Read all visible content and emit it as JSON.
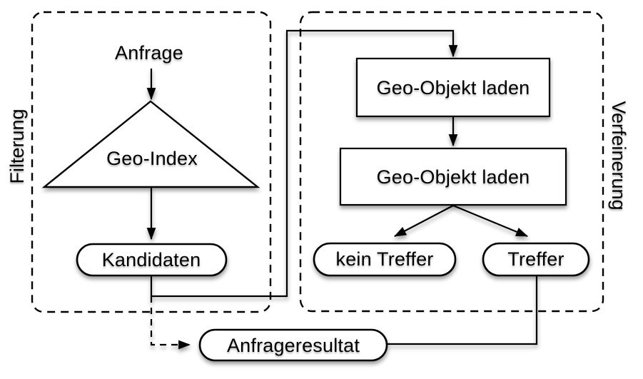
{
  "colors": {
    "stroke": "#000000",
    "shape_fill": "#ffffff",
    "background": "#ffffff"
  },
  "regions": {
    "filtering": {
      "label": "Filterung"
    },
    "refinement": {
      "label": "Verfeinerung"
    }
  },
  "nodes": {
    "anfrage": {
      "label": "Anfrage"
    },
    "geo_index": {
      "label": "Geo-Index"
    },
    "kandidaten": {
      "label": "Kandidaten"
    },
    "load_1": {
      "label": "Geo-Objekt laden"
    },
    "load_2": {
      "label": "Geo-Objekt laden"
    },
    "kein_treffer": {
      "label": "kein Treffer"
    },
    "treffer": {
      "label": "Treffer"
    },
    "anfrageresultat": {
      "label": "Anfrageresultat"
    }
  },
  "edges": [
    {
      "from": "anfrage",
      "to": "geo_index",
      "style": "solid-arrow"
    },
    {
      "from": "geo_index",
      "to": "kandidaten",
      "style": "solid-arrow"
    },
    {
      "from": "kandidaten",
      "to": "load_1",
      "style": "solid-arrow"
    },
    {
      "from": "load_1",
      "to": "load_2",
      "style": "solid-arrow"
    },
    {
      "from": "load_2",
      "to": "kein_treffer",
      "style": "solid-arrow"
    },
    {
      "from": "load_2",
      "to": "treffer",
      "style": "solid-arrow"
    },
    {
      "from": "treffer",
      "to": "anfrageresultat",
      "style": "solid-line"
    },
    {
      "from": "kandidaten",
      "to": "anfrageresultat",
      "style": "dashed-arrow"
    }
  ]
}
